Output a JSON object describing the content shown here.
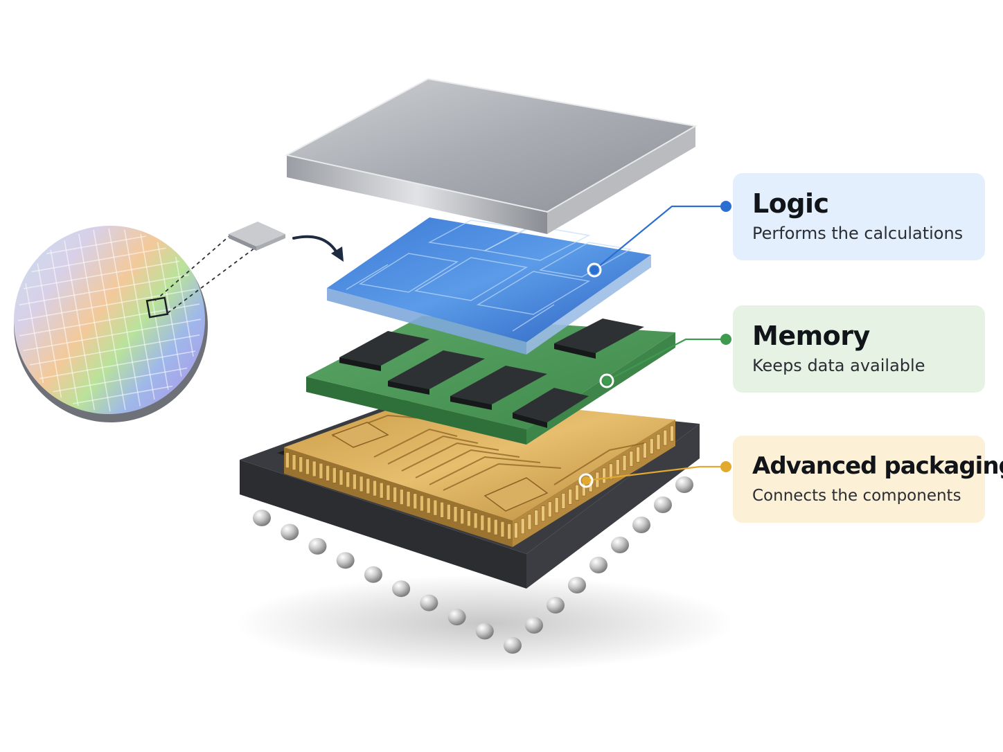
{
  "callouts": {
    "logic": {
      "title": "Logic",
      "description": "Performs the calculations",
      "accent": "#2a6fd0",
      "background": "#e3effc"
    },
    "memory": {
      "title": "Memory",
      "description": "Keeps data available",
      "accent": "#3d9a4f",
      "background": "#e6f3e4"
    },
    "packaging": {
      "title": "Advanced packaging",
      "description": "Connects the components",
      "accent": "#e2a92f",
      "background": "#fcf0d6"
    }
  },
  "layers": [
    "heat-spreader-lid",
    "logic-die",
    "memory-board",
    "packaging-interposer",
    "package-substrate",
    "solder-balls"
  ],
  "wafer": {
    "present": true
  }
}
